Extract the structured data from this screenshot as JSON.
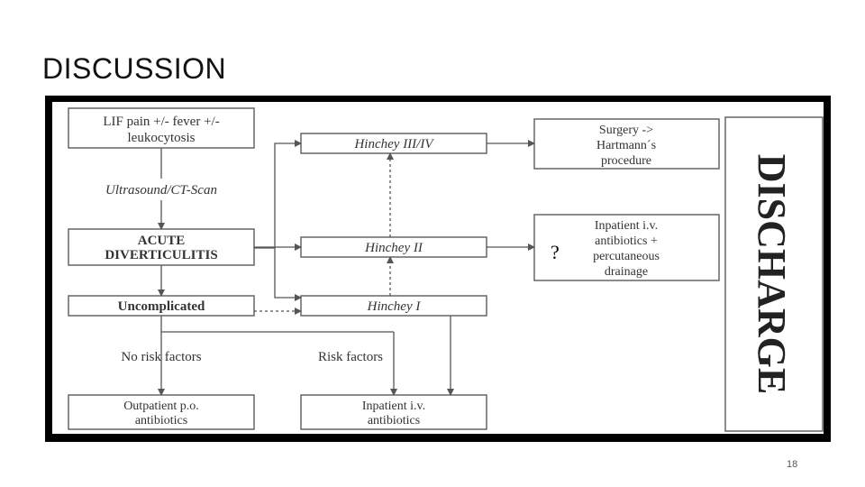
{
  "slide": {
    "title": "DISCUSSION",
    "page_number": "18",
    "annotation": "?"
  },
  "flow": {
    "symptoms": [
      "LIF pain +/- fever +/-",
      "leukocytosis"
    ],
    "imaging": "Ultrasound/CT-Scan",
    "diagnosis": [
      "ACUTE",
      "DIVERTICULITIS"
    ],
    "uncomplicated": "Uncomplicated",
    "hinchey_3_4": "Hinchey III/IV",
    "hinchey_2": "Hinchey II",
    "hinchey_1": "Hinchey I",
    "surgery": [
      "Surgery ->",
      "Hartmann´s",
      "procedure"
    ],
    "inpatient_drainage": [
      "Inpatient i.v.",
      "antibiotics +",
      "percutaneous",
      "drainage"
    ],
    "no_risk": "No risk factors",
    "risk": "Risk factors",
    "outpatient": [
      "Outpatient p.o.",
      "antibiotics"
    ],
    "inpatient": [
      "Inpatient i.v.",
      "antibiotics"
    ],
    "discharge": "DISCHARGE"
  }
}
